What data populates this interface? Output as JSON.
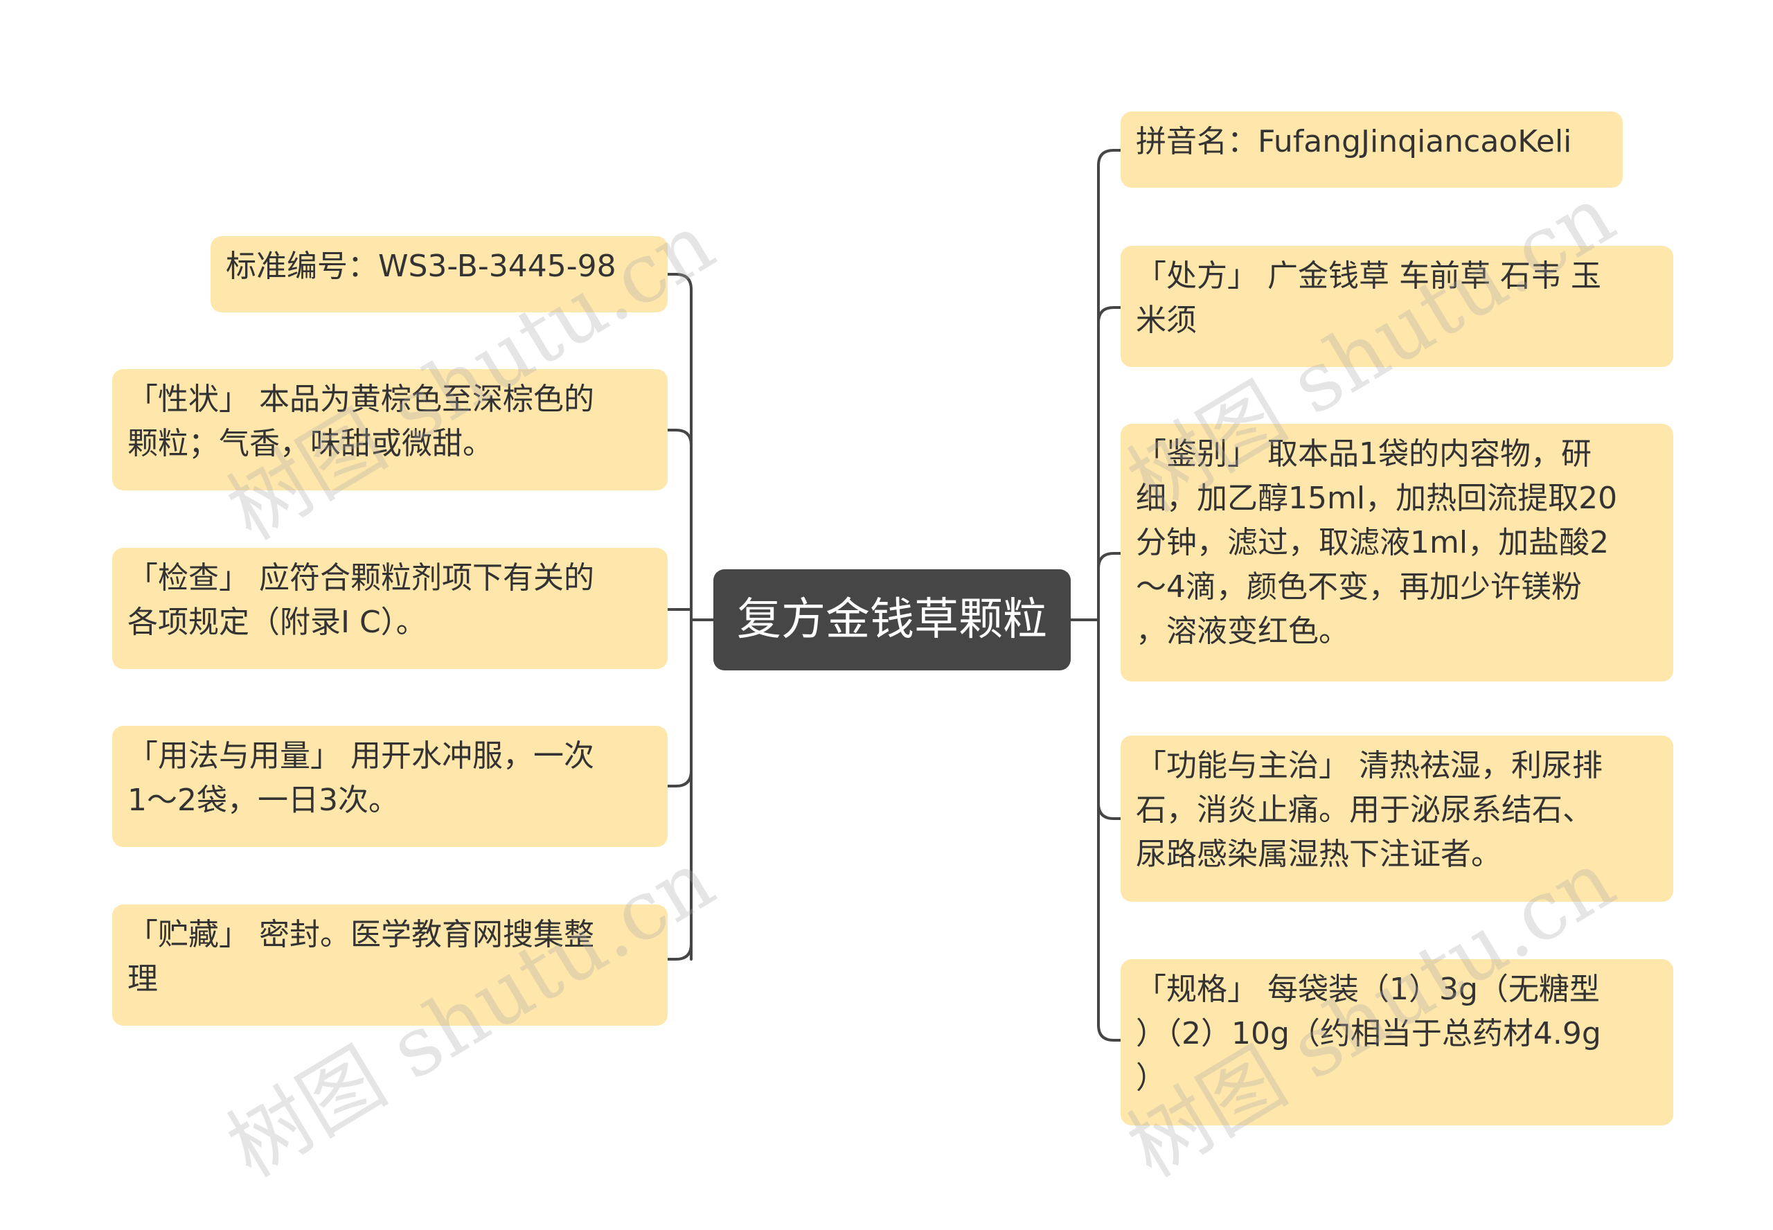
{
  "colors": {
    "node_fill": "#ffe6ab",
    "center_fill": "#464646",
    "line": "#464646",
    "text": "#333333"
  },
  "center": {
    "label": "复方金钱草颗粒"
  },
  "left_nodes": [
    {
      "label": "标准编号：WS3-B-3445-98"
    },
    {
      "label": "「性状」 本品为黄棕色至深棕色的\n颗粒；气香，味甜或微甜。"
    },
    {
      "label": "「检查」 应符合颗粒剂项下有关的\n各项规定（附录I C）。"
    },
    {
      "label": "「用法与用量」 用开水冲服，一次\n1～2袋，一日3次。"
    },
    {
      "label": "「贮藏」 密封。医学教育网搜集整\n理"
    }
  ],
  "right_nodes": [
    {
      "label": "拼音名：FufangJinqiancaoKeli"
    },
    {
      "label": "「处方」 广金钱草 车前草 石韦 玉\n米须"
    },
    {
      "label": "「鉴别」 取本品1袋的内容物，研\n细，加乙醇15ml，加热回流提取20\n分钟，滤过，取滤液1ml，加盐酸2\n～4滴，颜色不变，再加少许镁粉\n，溶液变红色。"
    },
    {
      "label": "「功能与主治」 清热祛湿，利尿排\n石，消炎止痛。用于泌尿系结石、\n尿路感染属湿热下注证者。"
    },
    {
      "label": "「规格」 每袋装（1）3g（无糖型\n）（2）10g（约相当于总药材4.9g\n）"
    }
  ],
  "watermark": {
    "text": "树图 shutu.cn"
  }
}
